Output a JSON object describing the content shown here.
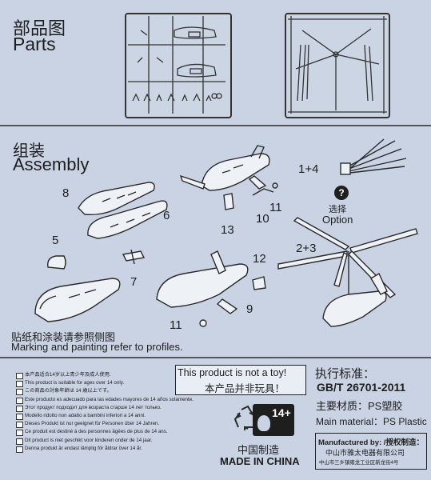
{
  "parts": {
    "title_cn": "部品图",
    "title_en": "Parts"
  },
  "assembly": {
    "title_cn": "组装",
    "title_en": "Assembly",
    "labels": {
      "n8": "8",
      "n6": "6",
      "n13": "13",
      "n10": "10",
      "n11a": "11",
      "n5": "5",
      "n7": "7",
      "n12": "12",
      "n9": "9",
      "n11b": "11",
      "step_1_4": "1+4",
      "step_2_3": "2+3"
    },
    "option_icon": "?",
    "option_cn": "选择",
    "option_en": "Option",
    "marking_cn": "贴纸和涂装请参照侧图",
    "marking_en": "Marking and painting refer to profiles."
  },
  "warnings": [
    "本产品适合14岁以上青少年及成人使用.",
    "This product is suitable for ages over 14 only.",
    "この商品の対象年齢は 14 歳以上です。",
    "Este producto es adecuado para las edades mayores de 14 años solamente.",
    "Этот продукт подходит для возраста старше 14 лет только.",
    "Modello ridotto non adatto a bambini inferiori a 14 anni.",
    "Dieses Produkt ist nur geeignet für Personen über 14 Jahren.",
    "Ce produit est destiné à des personnes âgées de plus de 14 ans.",
    "Dit product is niet geschikt voor kinderen onder de 14 jaar.",
    "Denna produkt är endast lämplig för åldrar över 14 år."
  ],
  "toy_notice": {
    "en": "This product is not a toy!",
    "cn": "本产品并非玩具！"
  },
  "age_badge": "14+",
  "origin": {
    "cn": "中国制造",
    "en": "MADE IN CHINA"
  },
  "standard": {
    "label_cn": "执行标准：",
    "code": "GB/T 26701-2011",
    "material_cn": "主要材质：PS塑胶",
    "material_en": "Main material：PS Plastic"
  },
  "manufacturer": {
    "label": "Manufactured by: /授权制造：",
    "name": "中山市雅太电器有限公司",
    "address": "中山市三乡镇雍龙工业区新龙街4号"
  }
}
